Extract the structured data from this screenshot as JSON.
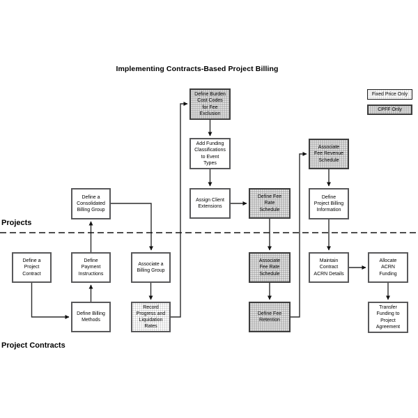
{
  "title": "Implementing Contracts-Based Project Billing",
  "sections": {
    "above_line": "Projects",
    "below_line": "Project Contracts"
  },
  "legend": [
    {
      "label": "Fixed Price Only",
      "style": "fixed-price-light-dots"
    },
    {
      "label": "CPFF Only",
      "style": "cpff-dark-halftone"
    }
  ],
  "colors": {
    "background": "#ffffff",
    "box_border": "#58585a",
    "cpff_hatch_base": "#acacac",
    "fixed_dot": "#c6c6c6",
    "connector": "#222222",
    "text": "#000000"
  },
  "nodes": [
    {
      "id": "burden-cost-codes",
      "label": "Define Burden\nCost Codes\nfor Fee\nExclusion",
      "style": "cpff"
    },
    {
      "id": "add-funding",
      "label": "Add Funding\nClassifications\nto Event\nTypes",
      "style": "white"
    },
    {
      "id": "assign-client",
      "label": "Assign Client\nExtensions",
      "style": "white"
    },
    {
      "id": "fee-rate-schedule",
      "label": "Define Fee\nRate\nSchedule",
      "style": "cpff"
    },
    {
      "id": "assoc-fee-revenue",
      "label": "Associate\nFee Revenue\nSchedule",
      "style": "cpff"
    },
    {
      "id": "project-billing-info",
      "label": "Define\nProject Billing\nInformation",
      "style": "white"
    },
    {
      "id": "consolidated-group",
      "label": "Define a\nConsolidated\nBilling Group",
      "style": "white"
    },
    {
      "id": "project-contract",
      "label": "Define a\nProject\nContract",
      "style": "white"
    },
    {
      "id": "payment-instructions",
      "label": "Define\nPayment\nInstructions",
      "style": "white"
    },
    {
      "id": "assoc-billing-group",
      "label": "Associate a\nBilling Group",
      "style": "white"
    },
    {
      "id": "billing-methods",
      "label": "Define Billing\nMethods",
      "style": "white"
    },
    {
      "id": "record-progress",
      "label": "Record\nProgress and\nLiquidation\nRates",
      "style": "fixed"
    },
    {
      "id": "assoc-fee-rate",
      "label": "Associate\nFee Rate\nSchedule",
      "style": "cpff"
    },
    {
      "id": "fee-retention",
      "label": "Define Fee\nRetention",
      "style": "cpff"
    },
    {
      "id": "maintain-acrn",
      "label": "Maintain\nContract\nACRN Details",
      "style": "white"
    },
    {
      "id": "allocate-acrn",
      "label": "Allocate\nACRN\nFunding",
      "style": "white"
    },
    {
      "id": "transfer-funding",
      "label": "Transfer\nFunding to\nProject\nAgreement",
      "style": "white"
    }
  ]
}
